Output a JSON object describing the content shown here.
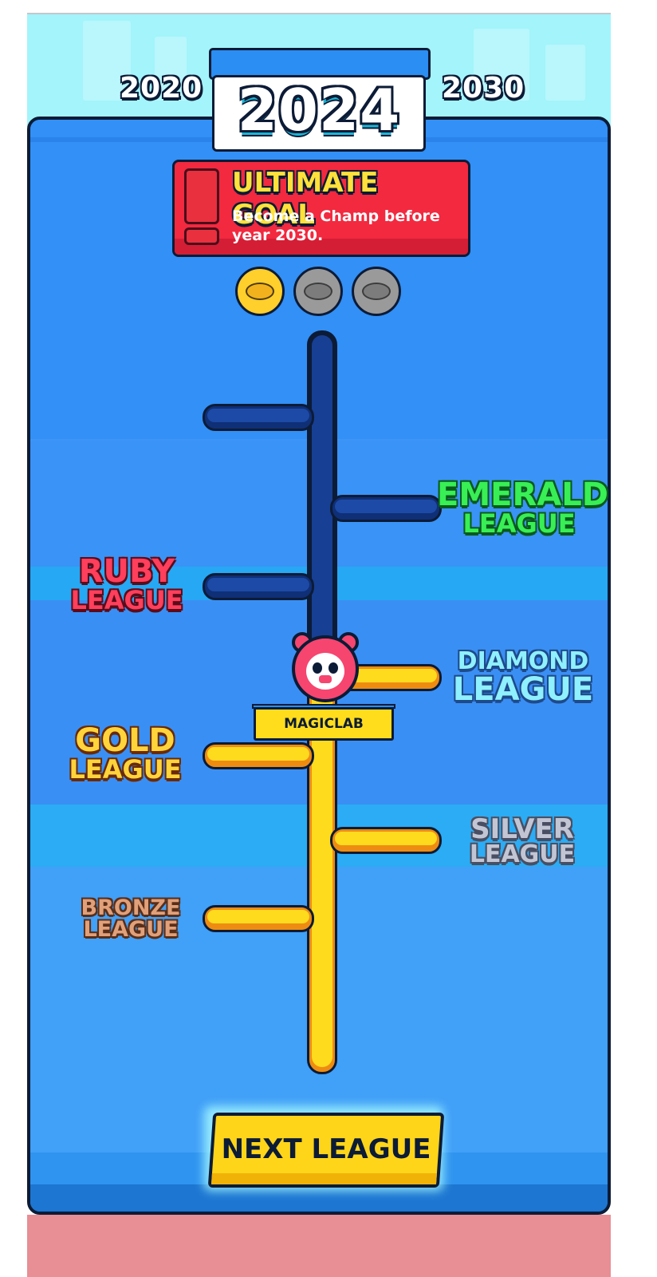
{
  "timeline": {
    "start_year": "2020",
    "current_year": "2024",
    "end_year": "2030"
  },
  "goal": {
    "title": "ULTIMATE GOAL",
    "description": "Become a Champ before year 2030."
  },
  "medals": {
    "earned": 1,
    "total": 3,
    "icon": "football-icon"
  },
  "leagues": [
    {
      "id": "bronze",
      "line1": "BRONZE",
      "line2": "LEAGUE",
      "color": "#e0a07a"
    },
    {
      "id": "silver",
      "line1": "SILVER",
      "line2": "LEAGUE",
      "color": "#b9bfd0"
    },
    {
      "id": "gold",
      "line1": "GOLD",
      "line2": "LEAGUE",
      "color": "#ffd43b"
    },
    {
      "id": "diamond",
      "line1": "DIAMOND",
      "line2": "LEAGUE",
      "color": "#8ff0ff"
    },
    {
      "id": "ruby",
      "line1": "RUBY",
      "line2": "LEAGUE",
      "color": "#ff3f5c"
    },
    {
      "id": "emerald",
      "line1": "EMERALD",
      "line2": "LEAGUE",
      "color": "#38ef55"
    }
  ],
  "player": {
    "name": "MAGICLAB",
    "avatar_icon": "panda-face-icon",
    "current_league": "DIAMOND LEAGUE"
  },
  "actions": {
    "next_league_label": "NEXT LEAGUE"
  },
  "colors": {
    "progress_filled": "#ffdb1e",
    "progress_empty": "#173f93",
    "goal_banner": "#f2293f",
    "board": "#3d96f6"
  }
}
